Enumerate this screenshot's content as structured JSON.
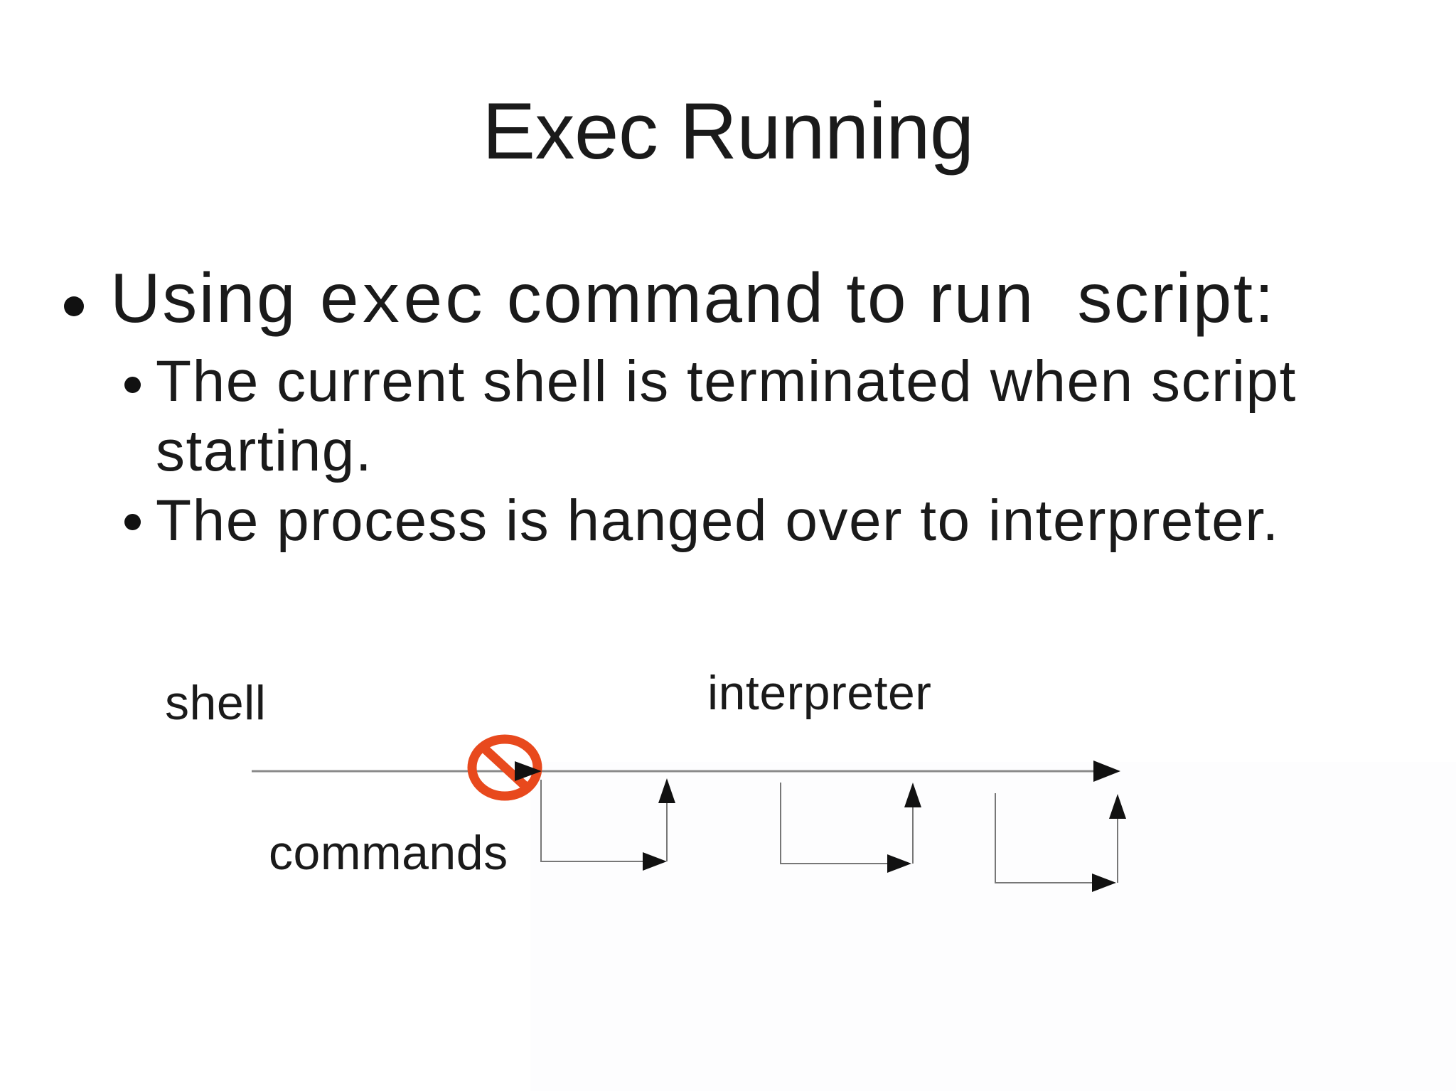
{
  "slide": {
    "title": "Exec Running",
    "bullets": {
      "main": {
        "pre": "Using ",
        "code": "exec",
        "post": " command to run  script:"
      },
      "sub": [
        {
          "lines": [
            "The current shell is terminated when script",
            "starting."
          ]
        },
        {
          "lines": [
            "The process is hanged over to interpreter."
          ]
        }
      ]
    }
  },
  "diagram": {
    "shell_label": "shell",
    "interpreter_label": "interpreter",
    "commands_label": "commands",
    "colors": {
      "prohibition_sign": "#E8491D",
      "timeline_line": "#8A8A8A",
      "loop_line": "#777777",
      "arrowhead": "#111111",
      "text": "#1A1A1A",
      "background": "#FFFFFF"
    }
  }
}
